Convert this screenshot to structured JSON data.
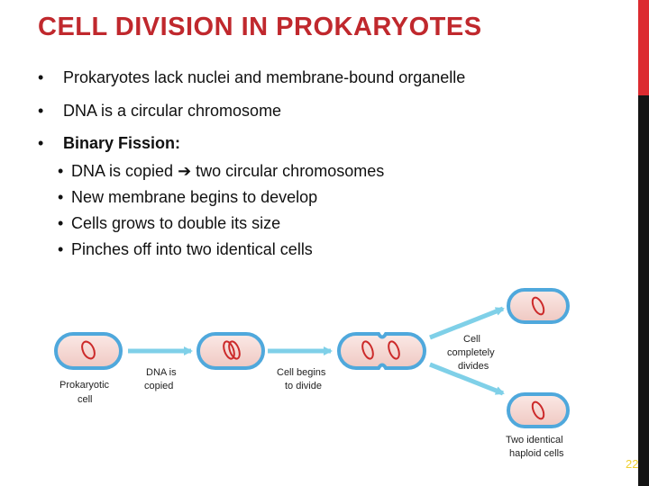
{
  "slide": {
    "title": "CELL DIVISION IN PROKARYOTES",
    "page_number": "22",
    "colors": {
      "title": "#c0282d",
      "accent_bar": "#dc2b30",
      "side_bar": "#141414",
      "page_number": "#f0d030",
      "cell_fill": "#f3d4cf",
      "cell_edge": "#4fa8dc",
      "dna": "#cc2a2a",
      "arrow": "#7fd0e8"
    }
  },
  "bullets": [
    {
      "text": "Prokaryotes lack nuclei and membrane-bound organelle"
    },
    {
      "text": "DNA is a circular chromosome"
    },
    {
      "text": "Binary Fission:",
      "bold": true
    }
  ],
  "sub_bullets": [
    {
      "before": "DNA is copied ",
      "arrow": "➔",
      "after": " two circular chromosomes"
    },
    {
      "text": "New membrane begins to develop"
    },
    {
      "text": "Cells grows to double its size"
    },
    {
      "text": "Pinches off into two identical cells"
    }
  ],
  "diagram": {
    "labels": {
      "prokaryotic_1": "Prokaryotic",
      "prokaryotic_2": "cell",
      "dna_copied_1": "DNA is",
      "dna_copied_2": "copied",
      "cell_begins_1": "Cell begins",
      "cell_begins_2": "to divide",
      "cell_divides_1": "Cell",
      "cell_divides_2": "completely",
      "cell_divides_3": "divides",
      "two_identical_1": "Two identical",
      "two_identical_2": "haploid cells"
    }
  }
}
